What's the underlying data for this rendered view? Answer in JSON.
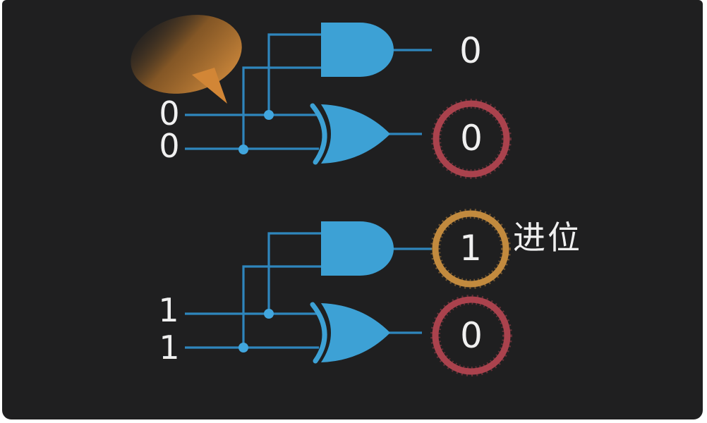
{
  "colors": {
    "page_bg": "#ffffff",
    "canvas_bg": "#1f1f20",
    "gate_blue": "#3da1d5",
    "wire_blue": "#2f86bd",
    "dot_blue": "#41a6de",
    "ring_red": "#aa424d",
    "ring_orange": "#c28a3e",
    "text_white": "#f0f0f0",
    "bubble_orange": "#d28636"
  },
  "labels": {
    "carry": "进位"
  },
  "circuits": {
    "top": {
      "input_a": "0",
      "input_b": "0",
      "carry_out": "0",
      "sum_out": "0"
    },
    "bottom": {
      "input_a": "1",
      "input_b": "1",
      "carry_out": "1",
      "sum_out": "0"
    }
  },
  "icons": {
    "gates": [
      "and-gate-icon",
      "xor-gate-icon"
    ],
    "annotations": [
      "speech-bubble-icon",
      "carry-ring-icon",
      "sum-ring-icon",
      "junction-dot"
    ]
  }
}
